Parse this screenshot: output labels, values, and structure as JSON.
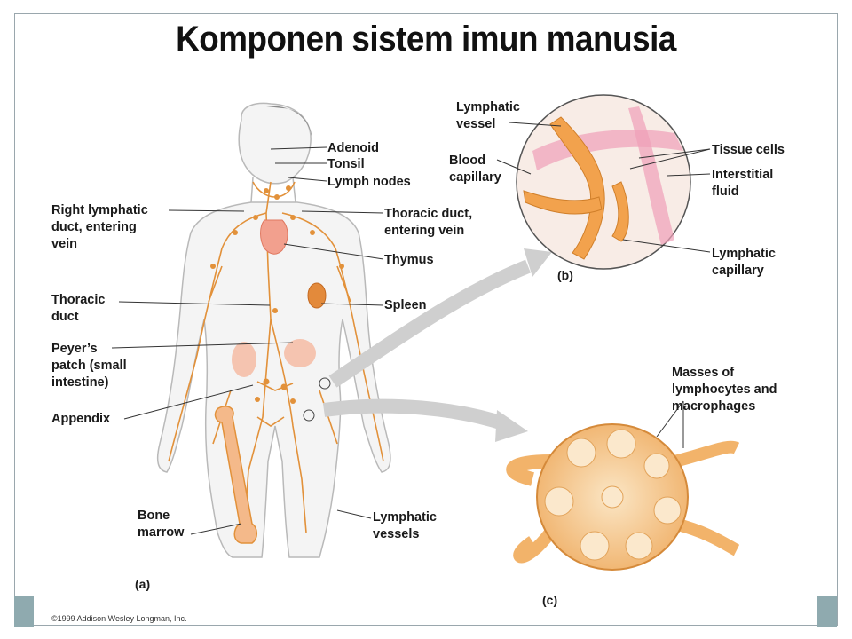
{
  "title": "Komponen sistem imun manusia",
  "labels": {
    "adenoid": "Adenoid",
    "tonsil": "Tonsil",
    "lymph_nodes": "Lymph nodes",
    "right_lymphatic_duct": "Right lymphatic\nduct, entering\nvein",
    "thoracic_duct_vein": "Thoracic duct,\nentering vein",
    "thymus": "Thymus",
    "thoracic_duct": "Thoracic\nduct",
    "spleen": "Spleen",
    "peyers_patch": "Peyer’s\npatch (small\nintestine)",
    "appendix": "Appendix",
    "bone_marrow": "Bone\nmarrow",
    "lymphatic_vessels": "Lymphatic\nvessels",
    "lymphatic_vessel": "Lymphatic\nvessel",
    "blood_capillary": "Blood\ncapillary",
    "tissue_cells": "Tissue cells",
    "interstitial_fluid": "Interstitial\nfluid",
    "lymphatic_capillary": "Lymphatic\ncapillary",
    "masses": "Masses of\nlymphocytes and\nmacrophages"
  },
  "panels": {
    "a": "(a)",
    "b": "(b)",
    "c": "(c)"
  },
  "copyright": "©1999 Addison Wesley Longman, Inc.",
  "colors": {
    "lymph": "#e2913a",
    "body_outline": "#b9b9b9",
    "thymus": "#f2a08e",
    "frame": "#9aa7ad",
    "accent_bar": "#8faaaf"
  }
}
